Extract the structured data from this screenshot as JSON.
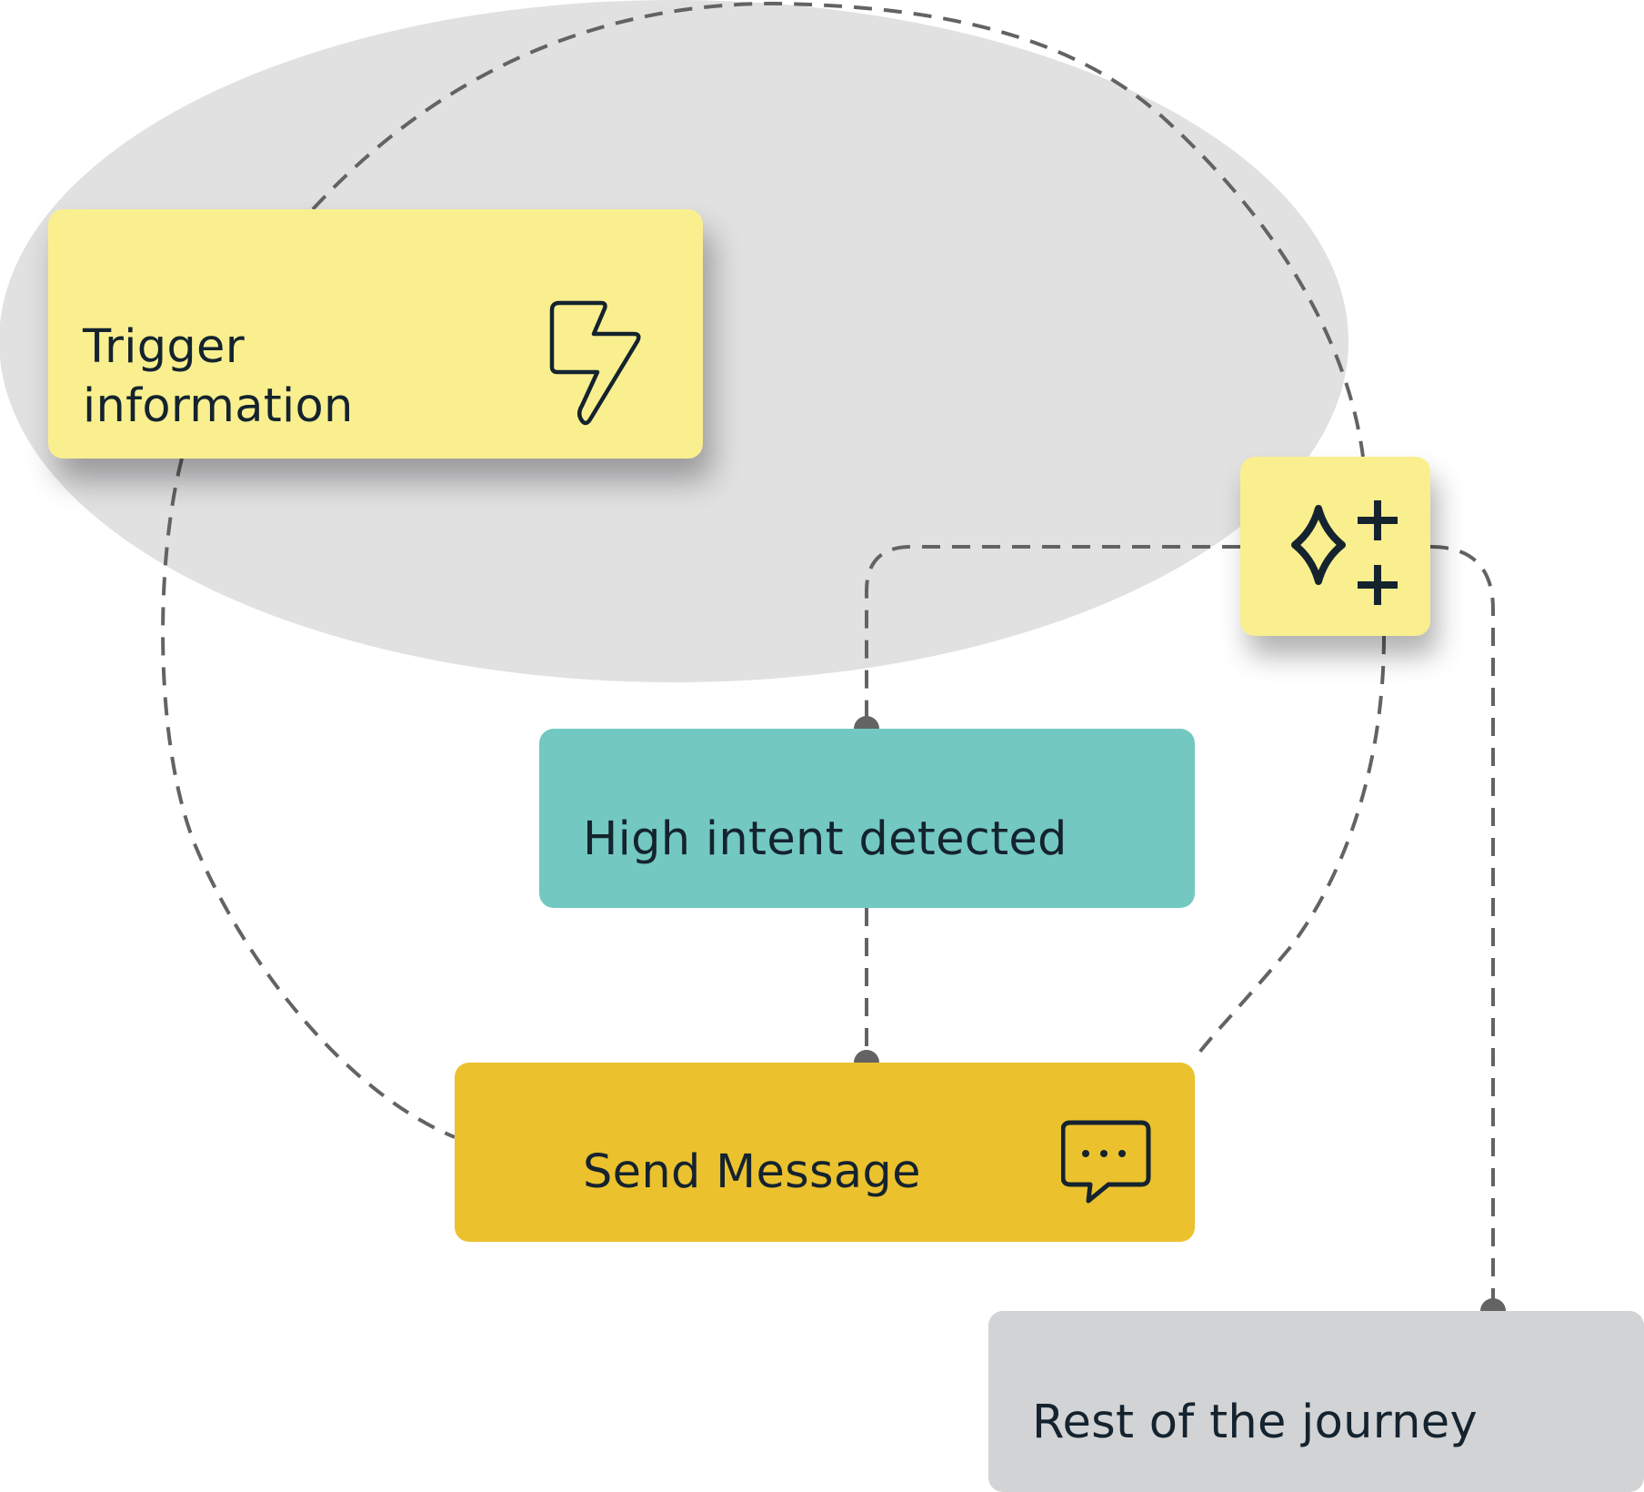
{
  "colors": {
    "page_background": "#ffffff",
    "highlight_ellipse": "#e1e1e2",
    "connector": "#636363",
    "trigger_fill": "#f9ef8f",
    "ai_fill": "#f9ef8f",
    "intent_fill": "#73c8c1",
    "send_fill": "#ebc12e",
    "rest_fill": "#d2d3d5",
    "text": "#14232e"
  },
  "nodes": {
    "trigger": {
      "label_line1": "Trigger",
      "label_line2": "information",
      "icon": "lightning-bolt-icon"
    },
    "ai_step": {
      "icon": "sparkle-plus-icon"
    },
    "intent": {
      "label": "High intent detected"
    },
    "send": {
      "label": "Send Message",
      "icon": "chat-bubble-icon"
    },
    "rest": {
      "label": "Rest of the journey"
    }
  }
}
